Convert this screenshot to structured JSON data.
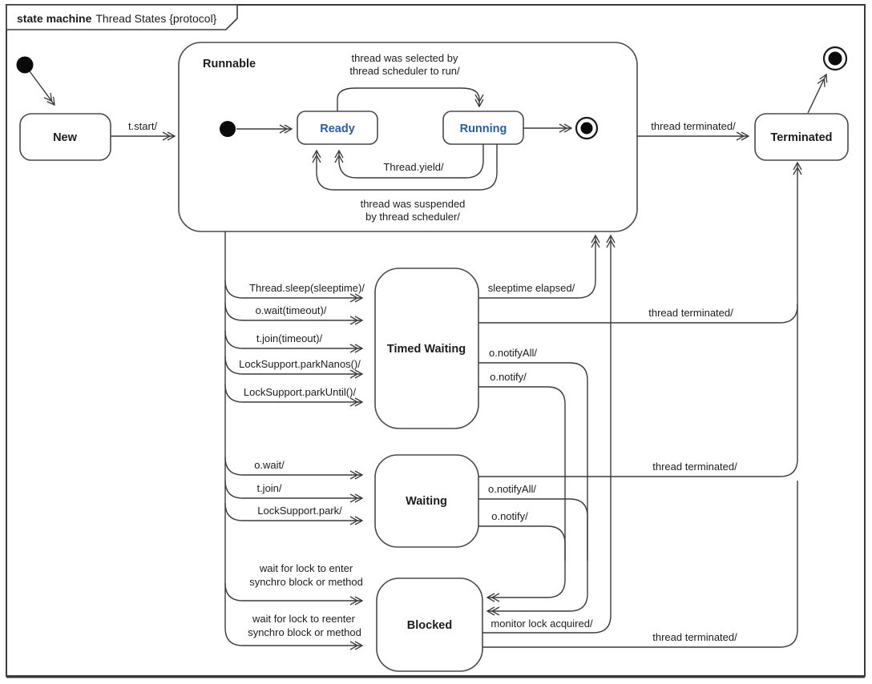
{
  "title": {
    "keyword": "state machine",
    "name": "Thread States {protocol}"
  },
  "states": {
    "new": "New",
    "runnable": "Runnable",
    "ready": "Ready",
    "running": "Running",
    "timed_waiting": "Timed Waiting",
    "waiting": "Waiting",
    "blocked": "Blocked",
    "terminated": "Terminated"
  },
  "transitions": {
    "t_start": "t.start/",
    "selected_1": "thread was selected by",
    "selected_2": "thread scheduler to run/",
    "yield": "Thread.yield/",
    "suspended_1": "thread was suspended",
    "suspended_2": "by thread scheduler/",
    "terminated_runnable": "thread terminated/",
    "terminated_timed": "thread terminated/",
    "terminated_waiting": "thread terminated/",
    "terminated_blocked": "thread terminated/",
    "sleep": "Thread.sleep(sleeptime)/",
    "wait_timeout": "o.wait(timeout)/",
    "join_timeout": "t.join(timeout)/",
    "park_nanos": "LockSupport.parkNanos()/",
    "park_until": "LockSupport.parkUntil()/",
    "sleeptime_elapsed": "sleeptime elapsed/",
    "notify_all_timed": "o.notifyAll/",
    "notify_timed": "o.notify/",
    "wait": "o.wait/",
    "join": "t.join/",
    "park": "LockSupport.park/",
    "notify_all_waiting": "o.notifyAll/",
    "notify_waiting": "o.notify/",
    "enter_1": "wait for lock to enter",
    "enter_2": "synchro block or method",
    "reenter_1": "wait for lock to reenter",
    "reenter_2": "synchro block or method",
    "monitor_lock": "monitor lock acquired/"
  },
  "colors": {
    "line": "#3a3a3a",
    "text": "#1c1c1c",
    "state_name_blue": "#2b5caa",
    "background": "#ffffff"
  }
}
